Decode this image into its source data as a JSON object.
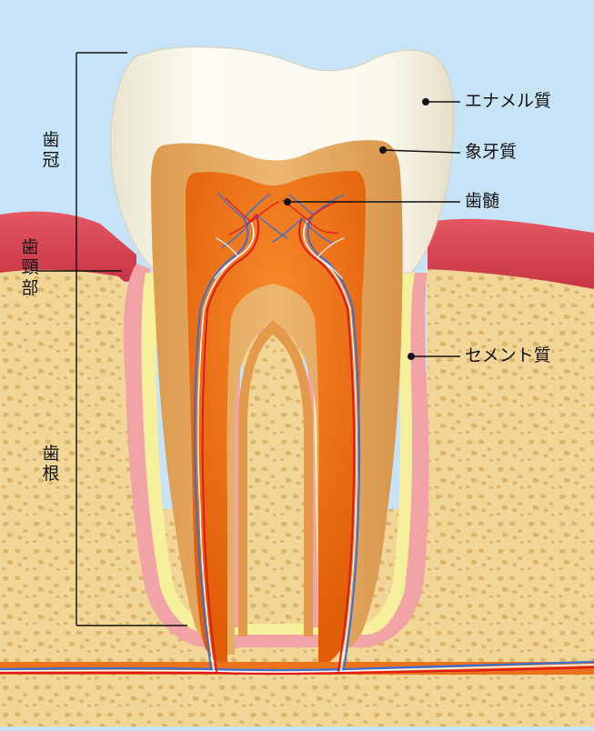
{
  "labels": {
    "enamel": "エナメル質",
    "dentin": "象牙質",
    "pulp": "歯髄",
    "cementum": "セメント質"
  },
  "regions": {
    "crown": [
      "歯",
      "冠"
    ],
    "neck": [
      "歯",
      "頸",
      "部"
    ],
    "root": [
      "歯",
      "根"
    ]
  },
  "colors": {
    "sky": "#c7e3f7",
    "bone": "#f0d596",
    "bone_spot": "#dcb66a",
    "gum": "#d94955",
    "gum_inner": "#f2a5a8",
    "cementum": "#f6ef9e",
    "dentin": "#e8ad63",
    "pulp": "#e9680e",
    "enamel": "#fbf7ea",
    "artery": "#e01a1a",
    "vein": "#3a6fd6",
    "nerve": "#ffffff"
  }
}
